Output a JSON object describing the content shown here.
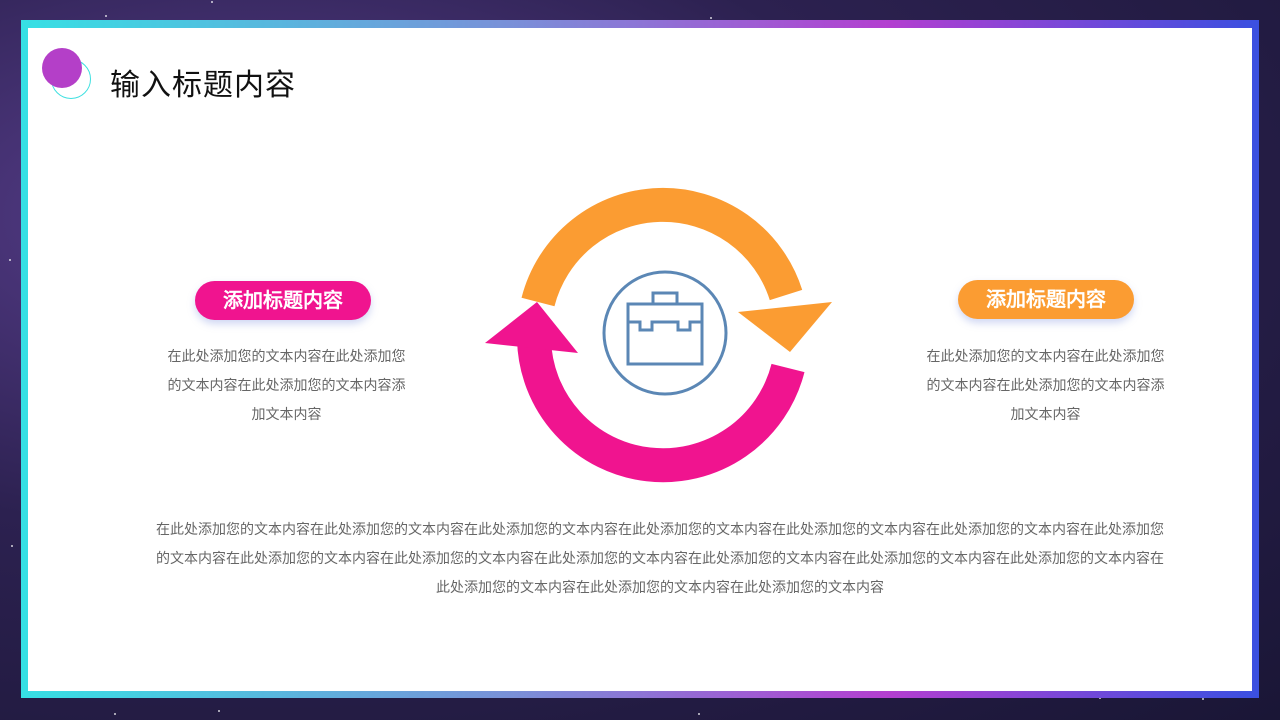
{
  "title": "输入标题内容",
  "left": {
    "heading": "添加标题内容",
    "text": "在此处添加您的文本内容在此处添加您的文本内容在此处添加您的文本内容添加文本内容"
  },
  "right": {
    "heading": "添加标题内容",
    "text": "在此处添加您的文本内容在此处添加您的文本内容在此处添加您的文本内容添加文本内容"
  },
  "bottom_text": "在此处添加您的文本内容在此处添加您的文本内容在此处添加您的文本内容在此处添加您的文本内容在此处添加您的文本内容在此处添加您的文本内容在此处添加您的文本内容在此处添加您的文本内容在此处添加您的文本内容在此处添加您的文本内容在此处添加您的文本内容在此处添加您的文本内容在此处添加您的文本内容在此处添加您的文本内容在此处添加您的文本内容在此处添加您的文本内容",
  "center_icon": "briefcase-icon",
  "colors": {
    "pink": "#f0148f",
    "orange": "#fb9c32",
    "icon": "#5b87b5",
    "logo": "#b43fc8",
    "logo_ring": "#3ee0e0"
  }
}
